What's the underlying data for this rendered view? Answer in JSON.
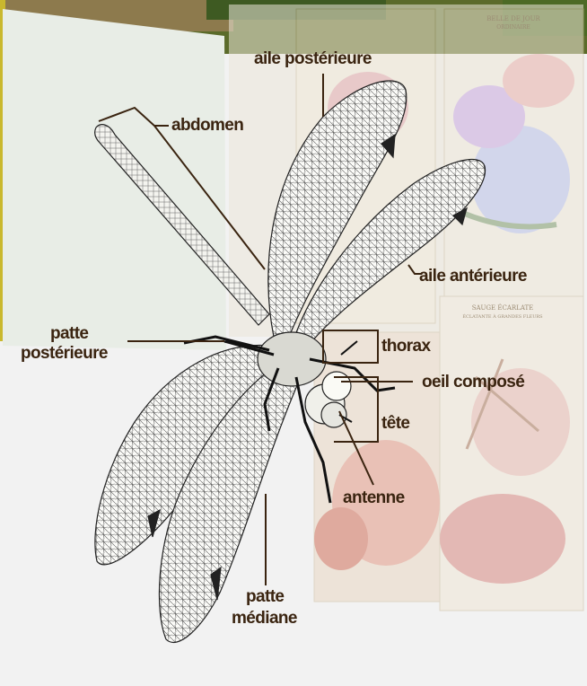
{
  "diagram": {
    "subject": "dragonfly",
    "labels": {
      "aile_posterieure": "aile postérieure",
      "abdomen": "abdomen",
      "aile_anterieure": "aile antérieure",
      "patte_posterieure_1": "patte",
      "patte_posterieure_2": "postérieure",
      "thorax": "thorax",
      "oeil_compose": "oeil composé",
      "tete": "tête",
      "antenne": "antenne",
      "patte_mediane_1": "patte",
      "patte_mediane_2": "médiane"
    },
    "background_cards": {
      "card1_title": "BELLE DE JOUR",
      "card1_sub": "ORDINAIRE",
      "card2_title": "SAUGE ÉCARLATE",
      "card2_sub": "ÉCLATANTE À GRANDES FLEURS"
    }
  },
  "colors": {
    "label_text": "#3a2410",
    "leader_line": "#3a2410",
    "page_background": "#f2f2f2",
    "left_panel": "#e8ede6"
  }
}
